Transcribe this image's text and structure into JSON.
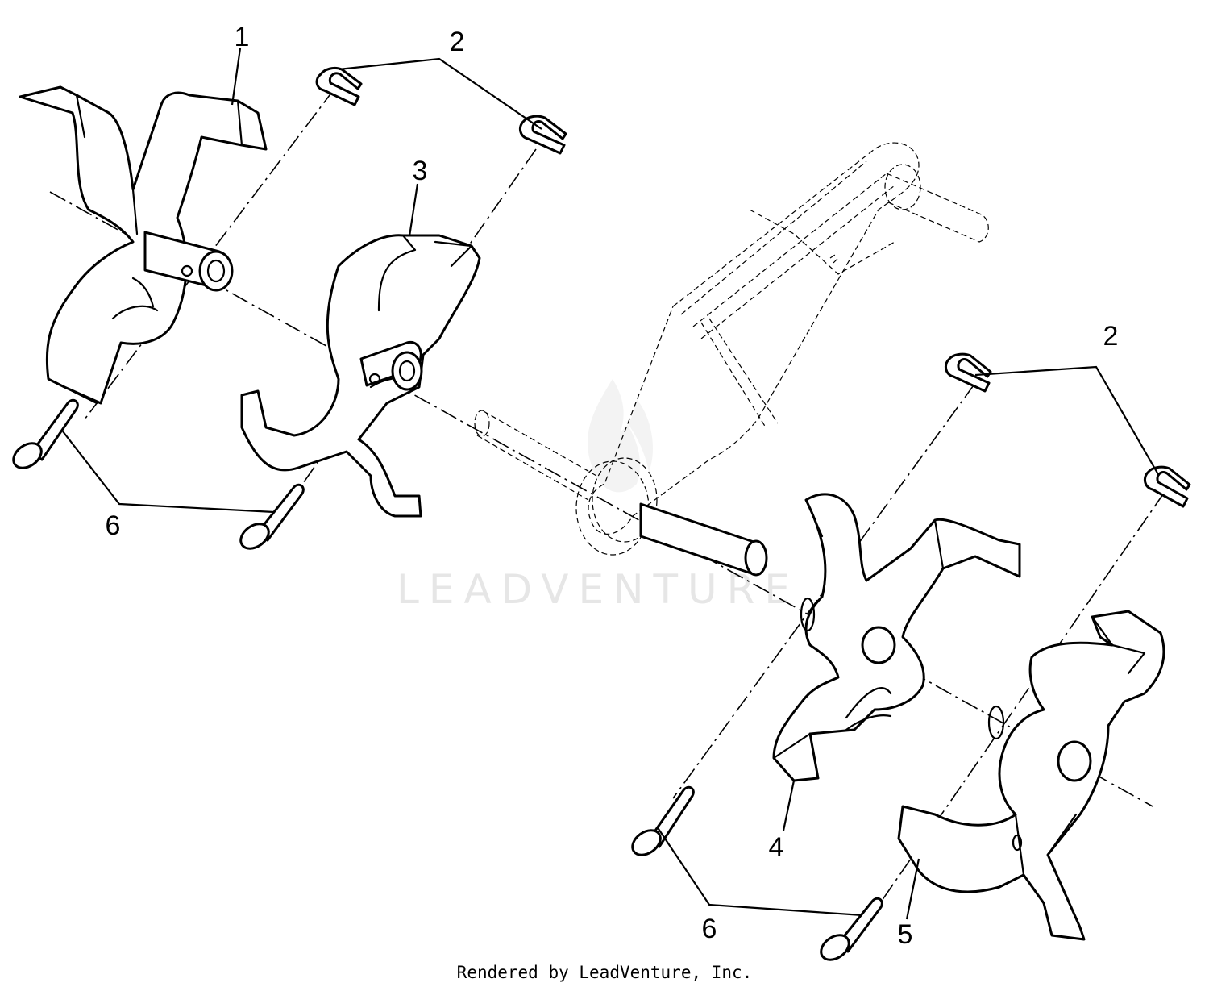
{
  "watermark": "LEADVENTURE",
  "credit": "Rendered by LeadVenture, Inc.",
  "callouts": {
    "part1": "1",
    "part2_top": "2",
    "part2_right": "2",
    "part3": "3",
    "part4": "4",
    "part5": "5",
    "part6_left": "6",
    "part6_bottom": "6"
  },
  "colors": {
    "line": "#000000",
    "background": "#ffffff",
    "watermark": "#e6e6e6"
  }
}
